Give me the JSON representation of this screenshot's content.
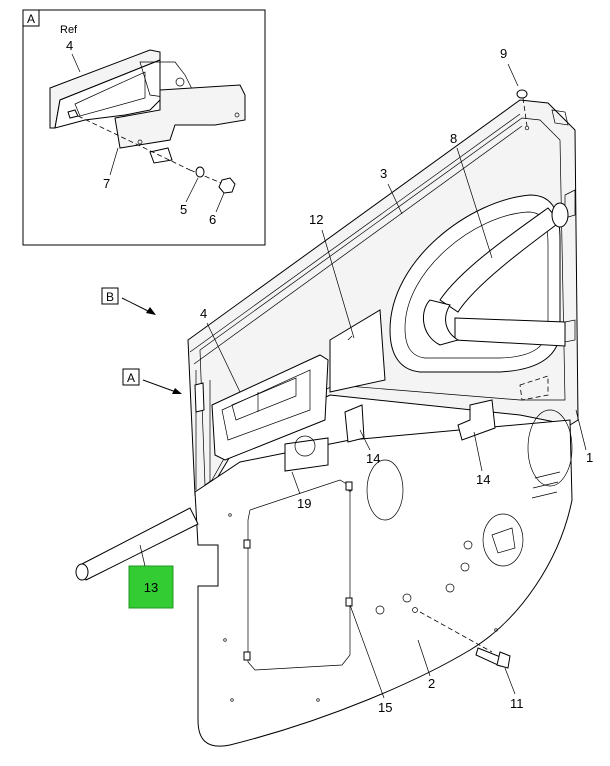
{
  "diagram": {
    "view_labels": {
      "detail_a_box": "A",
      "ref_text": "Ref",
      "view_b": "B",
      "view_a": "A"
    },
    "callouts": [
      "1",
      "2",
      "3",
      "4",
      "4",
      "5",
      "6",
      "7",
      "8",
      "9",
      "11",
      "12",
      "13",
      "14",
      "14",
      "15",
      "19"
    ],
    "highlight": {
      "label": "13",
      "color": "#33cc33"
    }
  }
}
